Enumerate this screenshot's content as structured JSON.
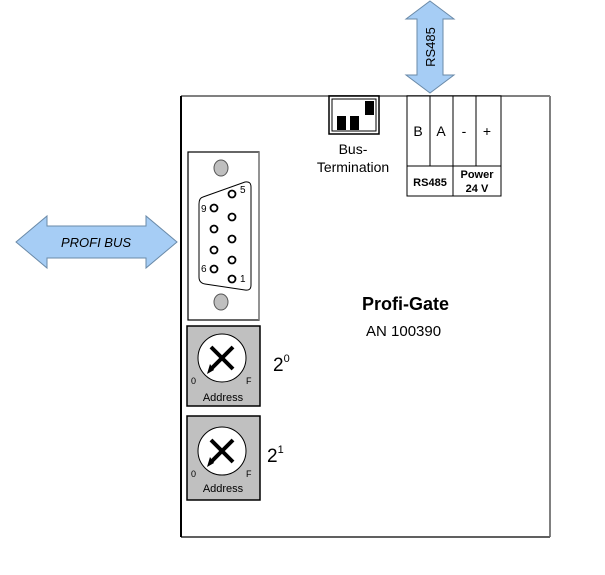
{
  "device": {
    "title": "Profi-Gate",
    "model": "AN 100390"
  },
  "profibus_arrow": {
    "label": "PROFI BUS",
    "color": "#a6cdf5"
  },
  "rs485_arrow": {
    "label": "RS485",
    "color": "#a6cdf5"
  },
  "bus_termination": {
    "label_line1": "Bus-",
    "label_line2": "Termination"
  },
  "terminal_block": {
    "terminals": [
      "B",
      "A",
      "-",
      "+"
    ],
    "groups": [
      {
        "label": "RS485"
      },
      {
        "label_line1": "Power",
        "label_line2": "24 V"
      }
    ]
  },
  "dsub": {
    "pins": [
      {
        "label": "5"
      },
      {
        "label": "9"
      },
      {
        "label": "6"
      },
      {
        "label": "1"
      }
    ]
  },
  "address_switches": [
    {
      "label": "Address",
      "min": "0",
      "max": "F",
      "base": "2",
      "exponent": "0"
    },
    {
      "label": "Address",
      "min": "0",
      "max": "F",
      "base": "2",
      "exponent": "1"
    }
  ],
  "colors": {
    "arrow_fill": "#a6cdf5",
    "switch_bg": "#c0c0c0",
    "grey_knob": "#bfbfbf"
  }
}
